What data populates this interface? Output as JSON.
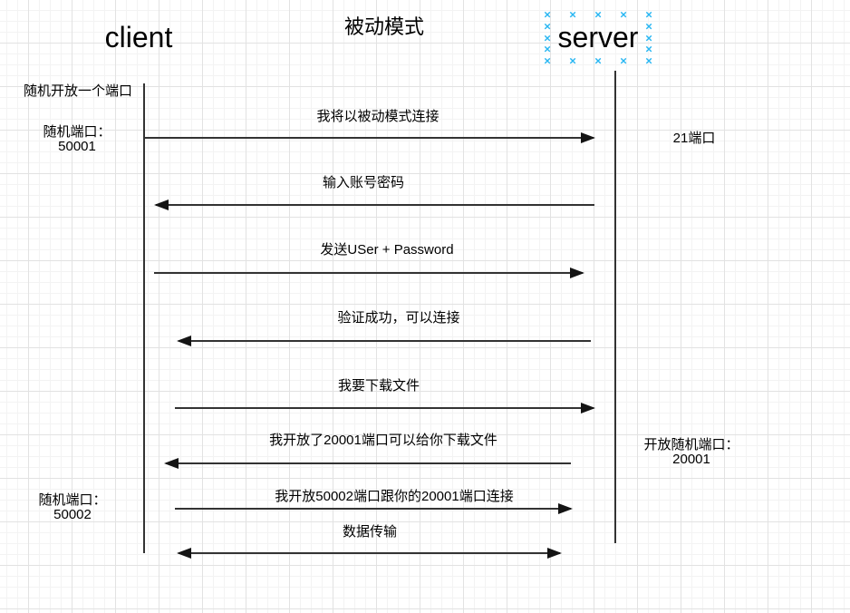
{
  "title": "被动模式",
  "actors": {
    "client": "client",
    "server": "server"
  },
  "notes": {
    "client_open_port": "随机开放一个端口",
    "client_port_50001": {
      "line1": "随机端口：",
      "line2": "50001"
    },
    "server_port_21": "21端口",
    "server_port_20001": {
      "line1": "开放随机端口：",
      "line2": "20001"
    },
    "client_port_50002": {
      "line1": "随机端口：",
      "line2": "50002"
    }
  },
  "messages": [
    {
      "label": "我将以被动模式连接",
      "direction": "right"
    },
    {
      "label": "输入账号密码",
      "direction": "left"
    },
    {
      "label": "发送USer + Password",
      "direction": "right"
    },
    {
      "label": "验证成功，可以连接",
      "direction": "left"
    },
    {
      "label": "我要下载文件",
      "direction": "right"
    },
    {
      "label": "我开放了20001端口可以给你下载文件",
      "direction": "left"
    },
    {
      "label": "我开放50002端口跟你的20001端口连接",
      "direction": "right"
    },
    {
      "label": "数据传输",
      "direction": "both"
    }
  ],
  "icons": {
    "selection_handle_glyph": "×"
  },
  "colors": {
    "selection_handle": "#29b6f2",
    "line": "#333333",
    "arrow_head": "#141414",
    "grid_minor": "#f3f3f3",
    "grid_major": "#e2e2e2",
    "background": "#ffffff",
    "text": "#000000"
  }
}
